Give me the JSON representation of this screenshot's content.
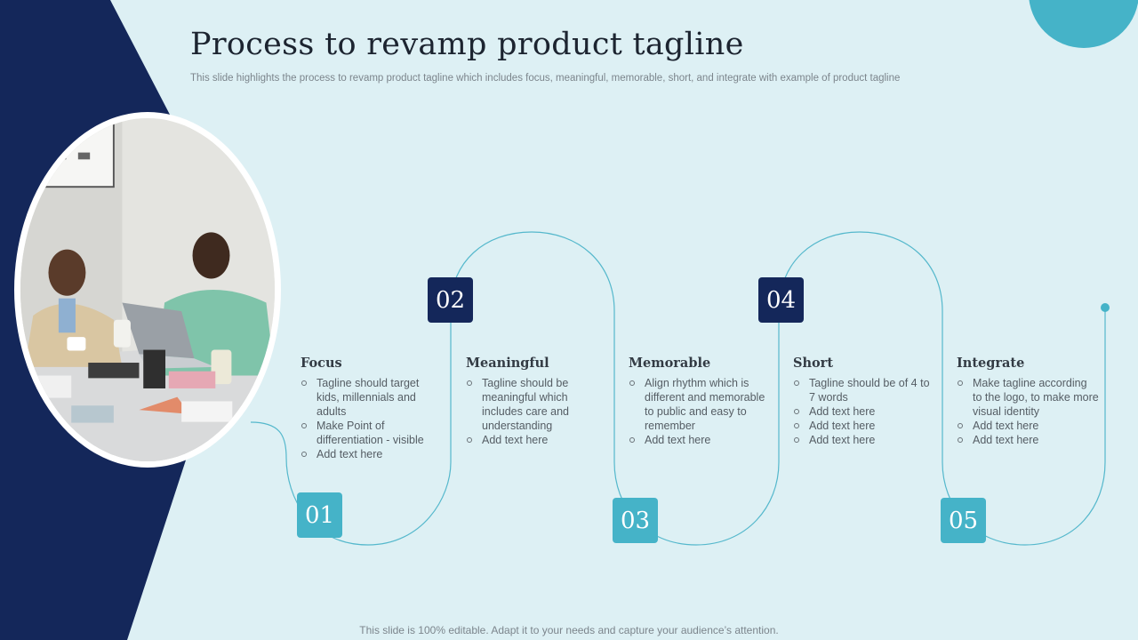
{
  "title": "Process to revamp product tagline",
  "subtitle": "This slide highlights the process to revamp product tagline which includes focus, meaningful, memorable, short, and integrate with example of product tagline",
  "footer": "This slide is 100% editable. Adapt it to your needs and capture your audience’s attention.",
  "colors": {
    "navy": "#14275a",
    "teal": "#45b3c8",
    "background": "#ddf0f4"
  },
  "steps": [
    {
      "number": "01",
      "title": "Focus",
      "points": [
        "Tagline should target kids, millennials and adults",
        "Make Point of differentiation  - visible",
        "Add text here"
      ]
    },
    {
      "number": "02",
      "title": "Meaningful",
      "points": [
        "Tagline should be meaningful which includes care and understanding",
        "Add text here"
      ]
    },
    {
      "number": "03",
      "title": "Memorable",
      "points": [
        "Align rhythm which is different and memorable to public and easy to remember",
        "Add text here"
      ]
    },
    {
      "number": "04",
      "title": "Short",
      "points": [
        "Tagline should be of 4 to 7 words",
        "Add text here",
        "Add text here",
        "Add text here"
      ]
    },
    {
      "number": "05",
      "title": "Integrate",
      "points": [
        "Make tagline according to the logo, to make more visual identity",
        "Add text here",
        "Add text here"
      ]
    }
  ]
}
